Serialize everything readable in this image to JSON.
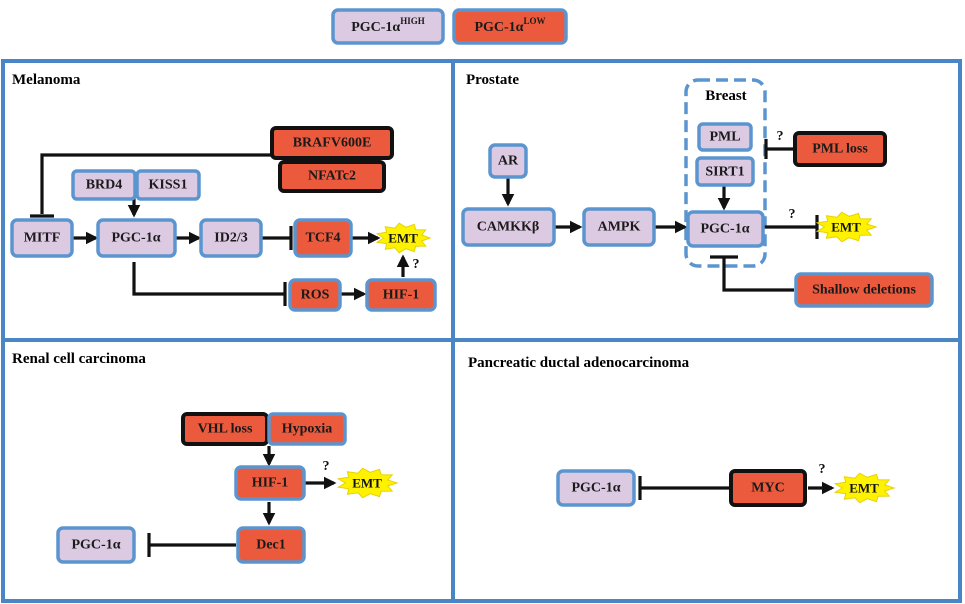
{
  "legend": {
    "high_prefix": "PGC-1α",
    "high_sup": "HIGH",
    "low_prefix": "PGC-1α",
    "low_sup": "LOW",
    "high_color": "#dcc9e2",
    "low_color": "#ec5a3d"
  },
  "panels": {
    "melanoma": "Melanoma",
    "prostate": "Prostate",
    "breast": "Breast",
    "renal": "Renal cell carcinoma",
    "pancreatic": "Pancreatic ductal adenocarcinoma"
  },
  "nodes": {
    "braf": "BRAFV600E",
    "nfatc2": "NFATc2",
    "brd4": "BRD4",
    "kiss1": "KISS1",
    "mitf": "MITF",
    "mel_pgc": "PGC-1α",
    "id23": "ID2/3",
    "tcf4": "TCF4",
    "mel_emt": "EMT",
    "ros": "ROS",
    "mel_hif": "HIF-1",
    "ar": "AR",
    "camkk": "CAMKKβ",
    "ampk": "AMPK",
    "pml": "PML",
    "sirt1": "SIRT1",
    "pro_pgc": "PGC-1α",
    "pml_loss": "PML loss",
    "pro_emt": "EMT",
    "shallow": "Shallow deletions",
    "vhl_loss": "VHL loss",
    "hypoxia": "Hypoxia",
    "ren_hif": "HIF-1",
    "ren_emt": "EMT",
    "dec1": "Dec1",
    "ren_pgc": "PGC-1α",
    "pan_pgc": "PGC-1α",
    "myc": "MYC",
    "pan_emt": "EMT"
  },
  "question_mark": "?"
}
